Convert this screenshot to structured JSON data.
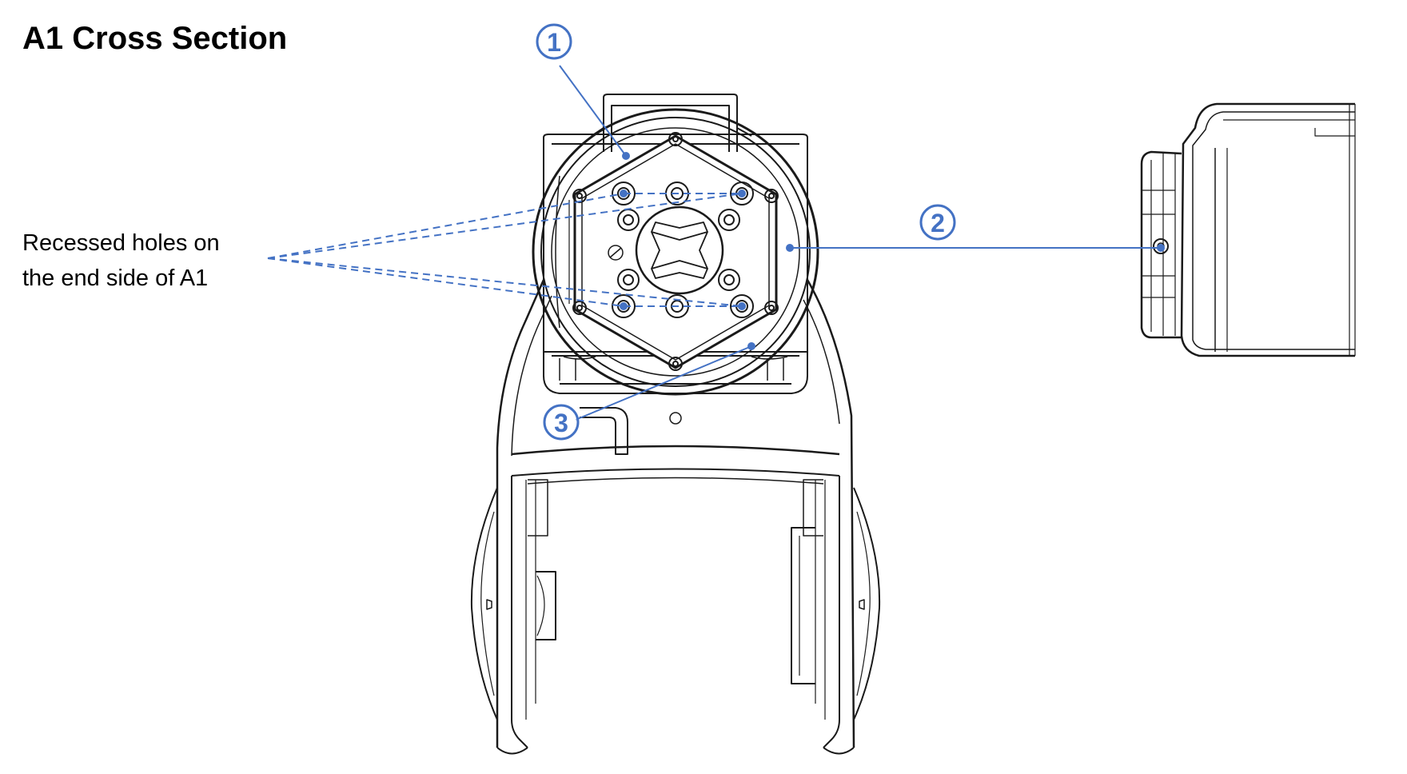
{
  "title": "A1 Cross Section",
  "annotation": {
    "line1": "Recessed holes on",
    "line2": "the end side of A1"
  },
  "callouts": [
    {
      "id": "1",
      "glyph": "1"
    },
    {
      "id": "2",
      "glyph": "2"
    },
    {
      "id": "3",
      "glyph": "3"
    }
  ],
  "colors": {
    "callout": "#4472C4",
    "drawing": "#1a1a1a"
  }
}
